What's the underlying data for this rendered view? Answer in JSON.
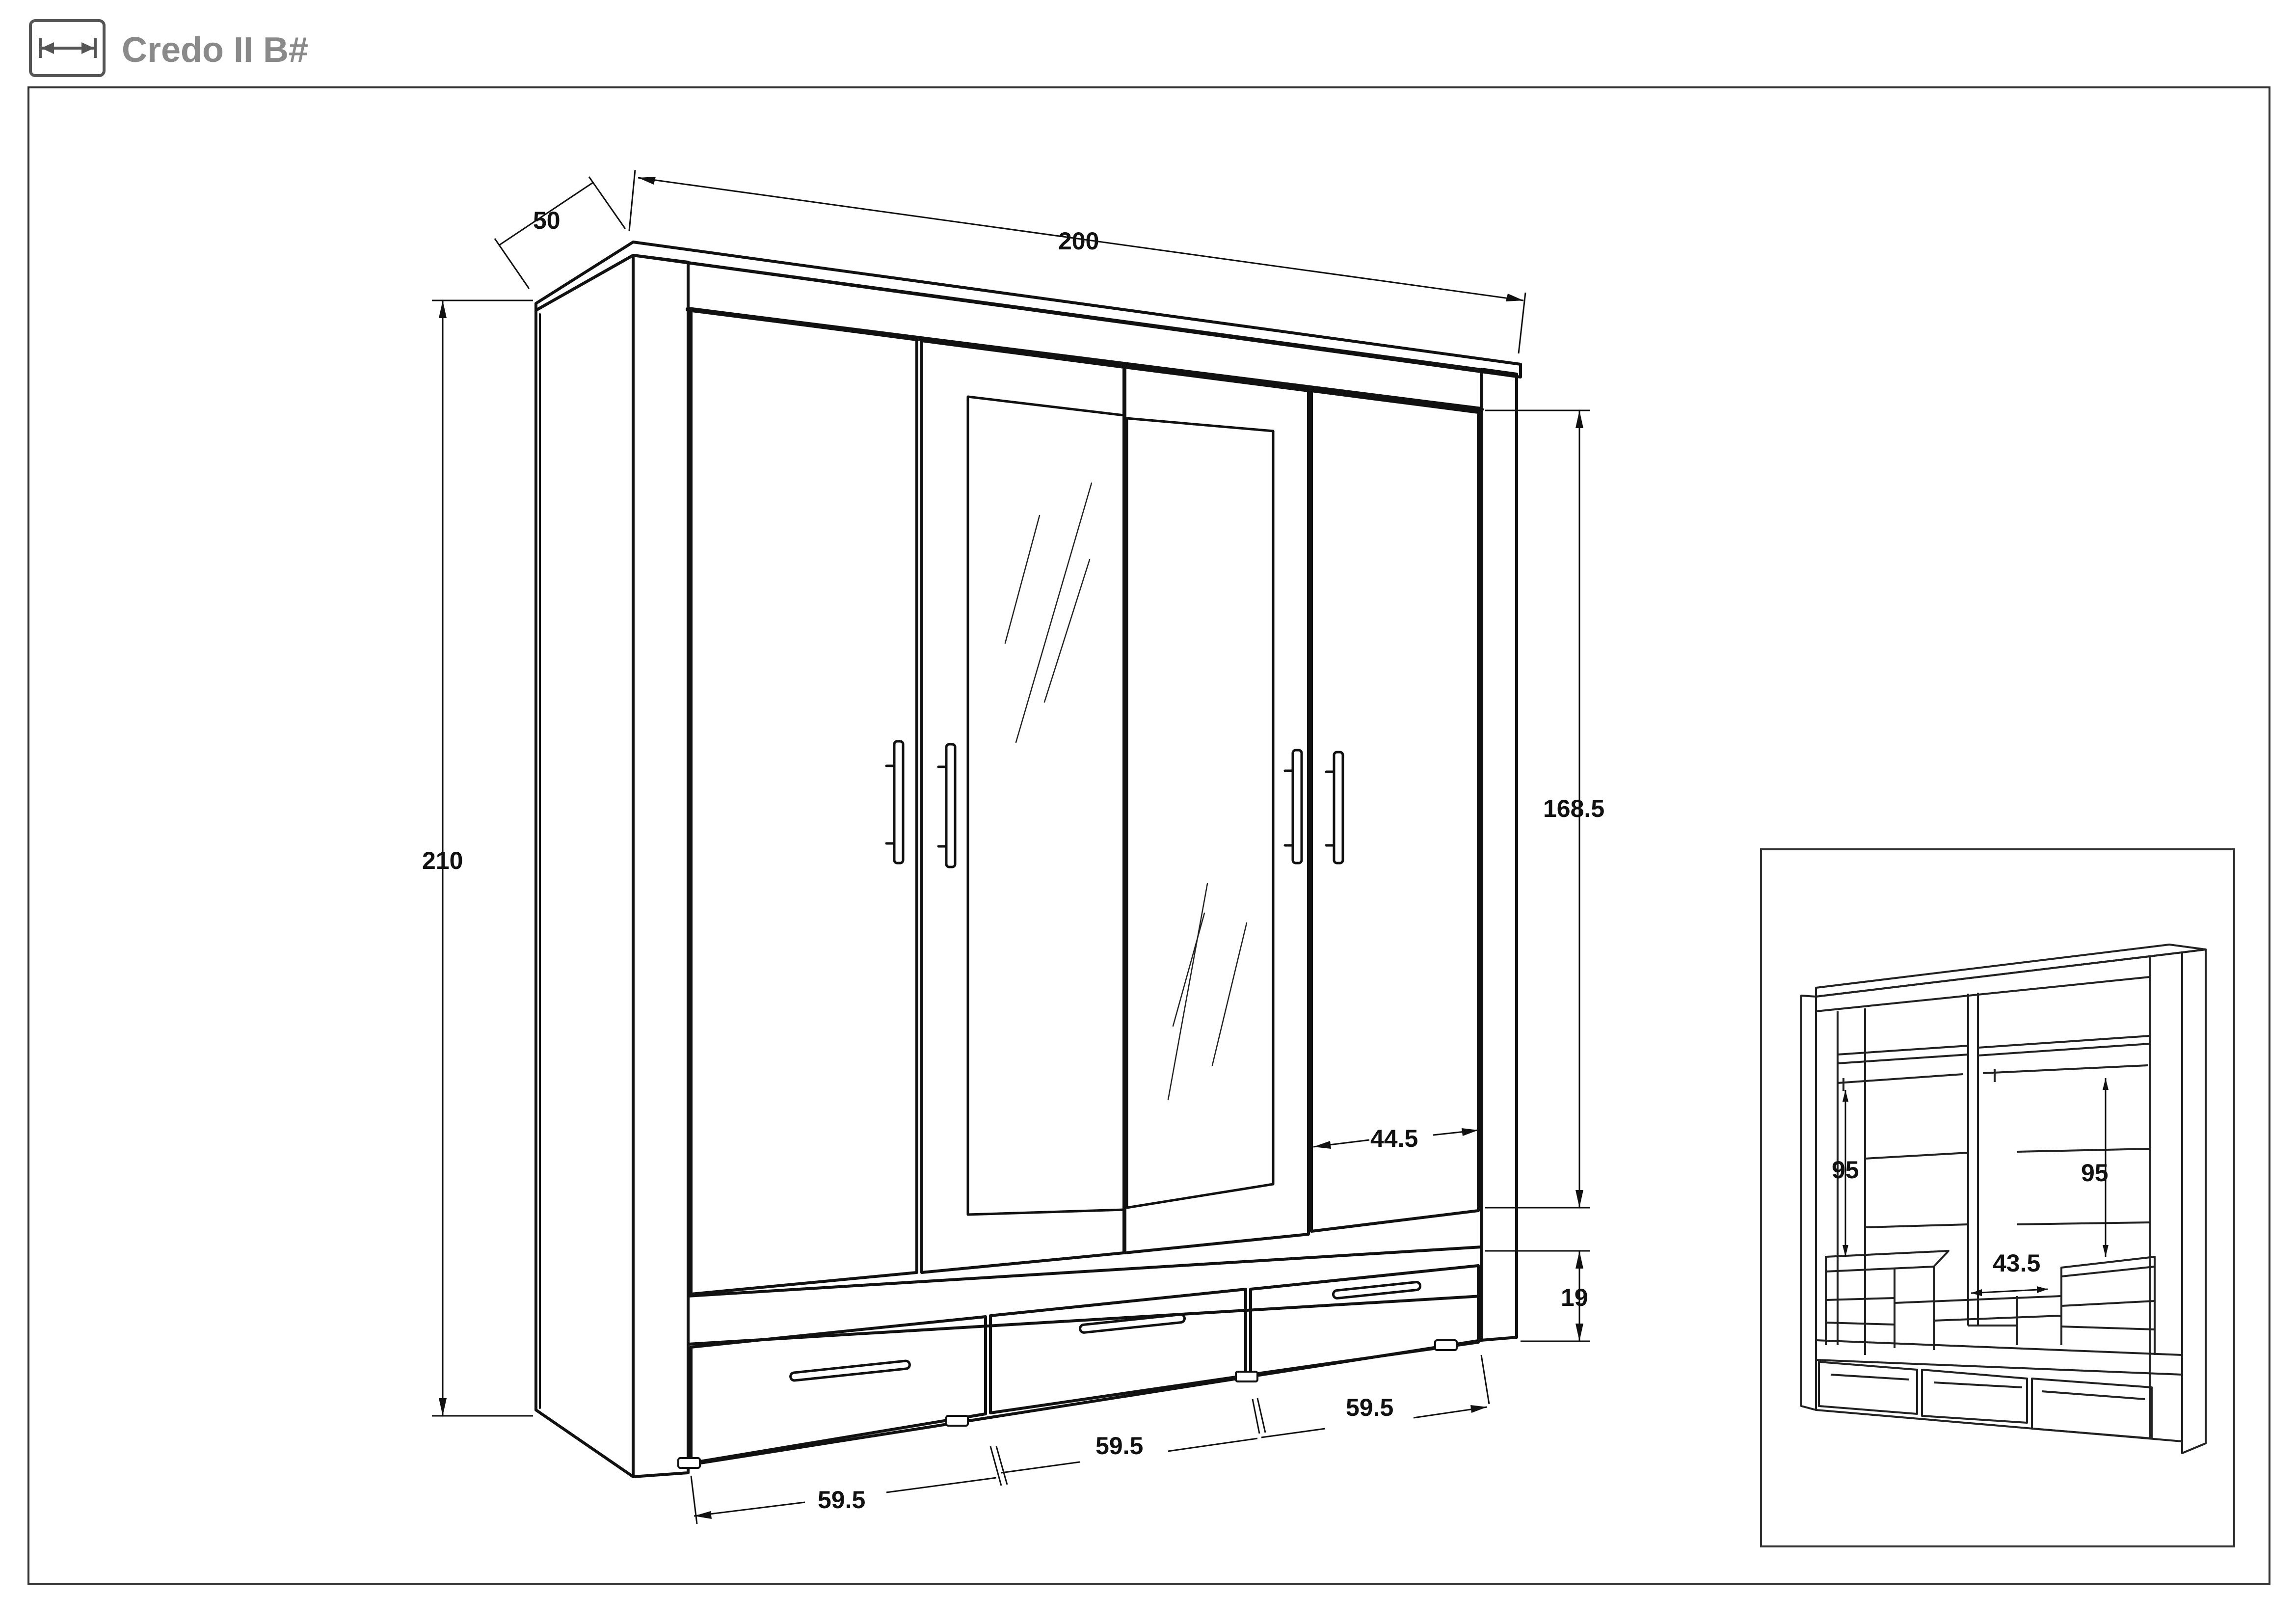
{
  "header": {
    "title": "Credo II B#",
    "icon": "dimension-arrow-icon"
  },
  "main_view": {
    "dimensions": {
      "depth": "50",
      "width": "200",
      "height": "210",
      "door_height": "168.5",
      "door_width": "44.5",
      "drawer_height": "19",
      "drawer_left": "59.5",
      "drawer_middle": "59.5",
      "drawer_right": "59.5"
    }
  },
  "inset_view": {
    "dimensions": {
      "left_hanging": "95",
      "right_hanging": "95",
      "shelf_width": "43.5"
    }
  },
  "colors": {
    "line": "#111111",
    "title": "#8a8a8a",
    "background": "#ffffff"
  }
}
